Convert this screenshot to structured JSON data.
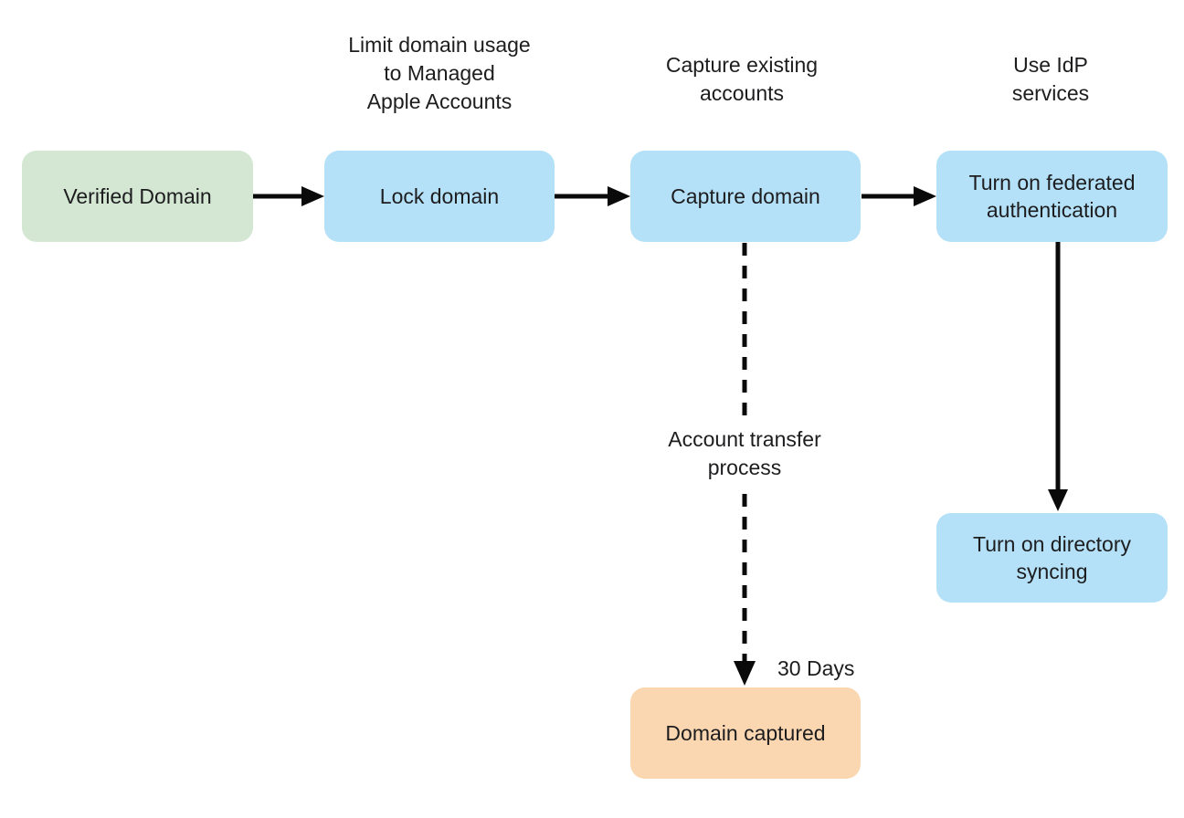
{
  "diagram": {
    "kind": "flowchart",
    "background": "#ffffff",
    "text_color": "#1d1d1f",
    "arrow_color": "#0a0a0a",
    "colors": {
      "start_green": "#d3e7d3",
      "step_blue": "#b4e1f8",
      "end_orange": "#fbd7b1"
    }
  },
  "nodes": [
    {
      "id": "verified-domain",
      "label": "Verified Domain",
      "fill": "#d3e7d3"
    },
    {
      "id": "lock-domain",
      "label": "Lock domain",
      "fill": "#b4e1f8"
    },
    {
      "id": "capture-domain",
      "label": "Capture domain",
      "fill": "#b4e1f8"
    },
    {
      "id": "turn-on-federated-authentication",
      "label": "Turn on federated authentication",
      "fill": "#b4e1f8"
    },
    {
      "id": "turn-on-directory-syncing",
      "label": "Turn on directory syncing",
      "fill": "#b4e1f8"
    },
    {
      "id": "domain-captured",
      "label": "Domain captured",
      "fill": "#fbd7b1"
    }
  ],
  "annotations": [
    {
      "id": "limit-domain-usage",
      "text": "Limit domain usage\nto Managed\nApple Accounts"
    },
    {
      "id": "capture-existing-accounts",
      "text": "Capture existing\naccounts"
    },
    {
      "id": "use-idp-services",
      "text": "Use IdP\nservices"
    },
    {
      "id": "account-transfer-process",
      "text": "Account transfer\nprocess"
    },
    {
      "id": "thirty-days",
      "text": "30 Days"
    }
  ],
  "edges": [
    {
      "from": "verified-domain",
      "to": "lock-domain",
      "style": "solid"
    },
    {
      "from": "lock-domain",
      "to": "capture-domain",
      "style": "solid"
    },
    {
      "from": "capture-domain",
      "to": "turn-on-federated-authentication",
      "style": "solid"
    },
    {
      "from": "turn-on-federated-authentication",
      "to": "turn-on-directory-syncing",
      "style": "solid"
    },
    {
      "from": "capture-domain",
      "to": "domain-captured",
      "style": "dashed",
      "label": "Account transfer process",
      "note": "30 Days"
    }
  ]
}
